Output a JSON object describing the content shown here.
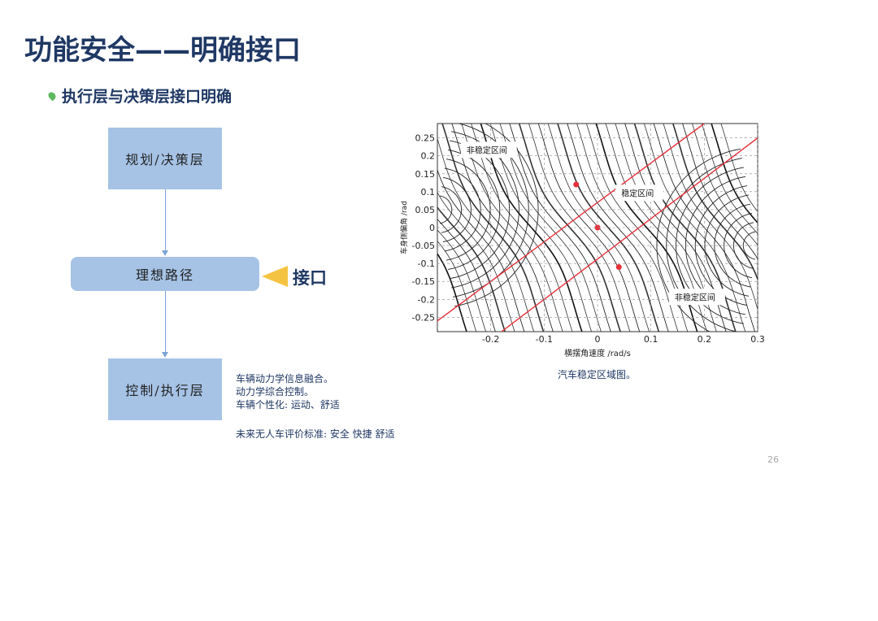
{
  "slide": {
    "title": "功能安全——明确接口",
    "bullet": "执行层与决策层接口明确",
    "page_number": "26"
  },
  "diagram": {
    "box_planning": "规划/决策层",
    "box_path": "理想路径",
    "box_control": "控制/执行层",
    "interface_label": "接口",
    "notes": [
      "车辆动力学信息融合。",
      "动力学综合控制。",
      "车辆个性化: 运动、舒适"
    ],
    "future_standard": "未来无人车评价标准: 安全 快捷  舒适",
    "colors": {
      "box": "#a6c3e6",
      "arrow": "#7ba4d6",
      "interface_marker": "#f5c342",
      "title": "#1f3864"
    }
  },
  "chart_data": {
    "type": "line",
    "caption": "汽车稳定区域图。",
    "xlabel": "横摆角速度   /rad/s",
    "ylabel": "车身侧偏角   /rad",
    "xlim": [
      -0.3,
      0.3
    ],
    "ylim": [
      -0.29,
      0.29
    ],
    "x_ticks": [
      "-0.2",
      "-0.1",
      "0",
      "0.1",
      "0.2",
      "0.3"
    ],
    "y_ticks": [
      "0.25",
      "0.2",
      "0.15",
      "0.1",
      "0.05",
      "0",
      "-0.05",
      "-0.1",
      "-0.15",
      "-0.2",
      "-0.25"
    ],
    "grid": true,
    "annotations": [
      {
        "text": "非稳定区间",
        "x": -0.25,
        "y": 0.21
      },
      {
        "text": "稳定区间",
        "x": 0.04,
        "y": 0.09
      },
      {
        "text": "非稳定区间",
        "x": 0.14,
        "y": -0.2
      }
    ],
    "series": [
      {
        "color": "#e8303a",
        "x": [
          -0.3,
          0.2
        ],
        "y": [
          -0.26,
          0.29
        ]
      },
      {
        "color": "#e8303a",
        "x": [
          -0.18,
          0.3
        ],
        "y": [
          -0.29,
          0.25
        ]
      }
    ],
    "equilibrium_points": [
      {
        "x": -0.04,
        "y": 0.12
      },
      {
        "x": 0.0,
        "y": 0.0
      },
      {
        "x": 0.04,
        "y": -0.11
      }
    ]
  }
}
